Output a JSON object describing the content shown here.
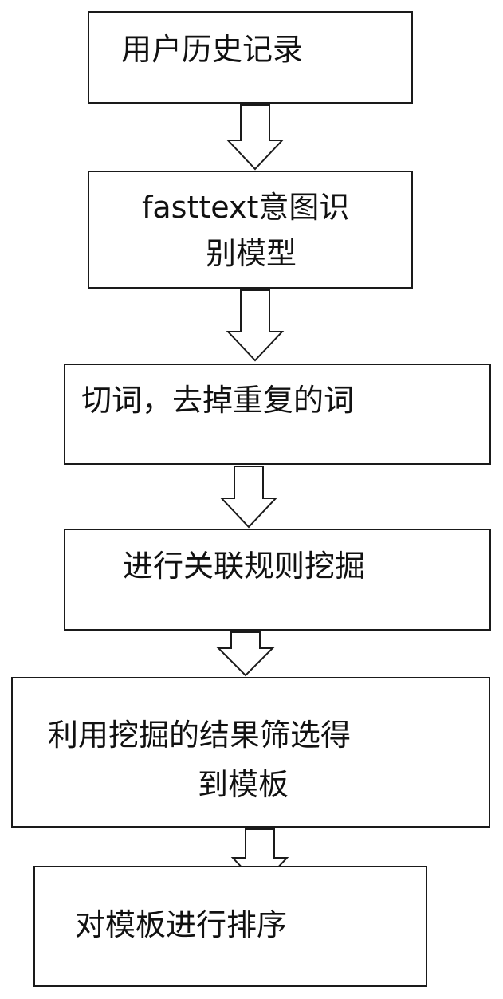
{
  "flowchart": {
    "steps": [
      {
        "lines": [
          "用户历史记录"
        ]
      },
      {
        "lines": [
          "fasttext意图识",
          "别模型"
        ]
      },
      {
        "lines": [
          "切词，去掉重复的词"
        ]
      },
      {
        "lines": [
          "进行关联规则挖掘"
        ]
      },
      {
        "lines": [
          "利用挖掘的结果筛选得",
          "到模板"
        ]
      },
      {
        "lines": [
          "对模板进行排序"
        ]
      }
    ]
  },
  "colors": {
    "stroke": "#1a1a1a",
    "text": "#111111",
    "fill": "#ffffff"
  }
}
